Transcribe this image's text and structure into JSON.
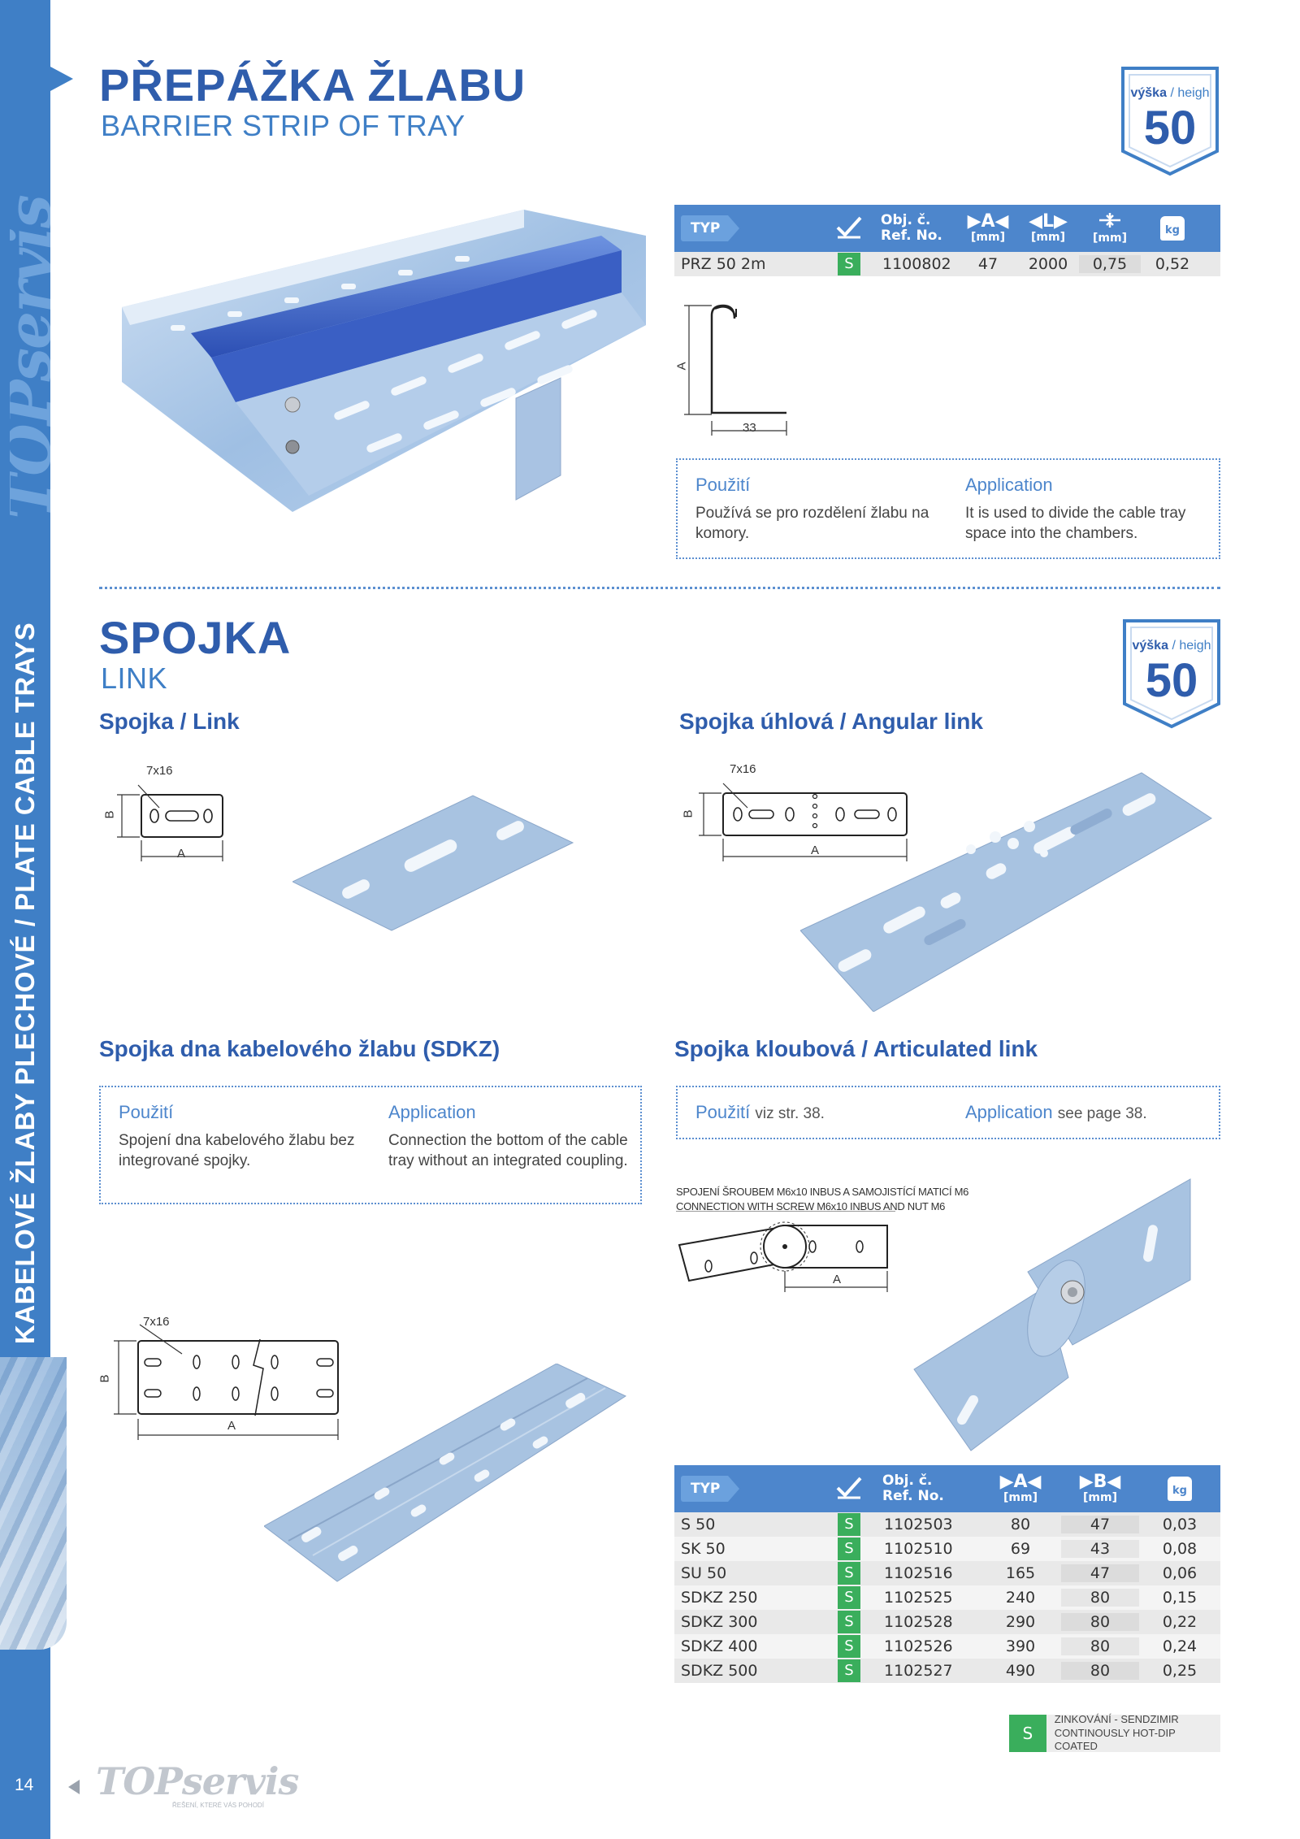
{
  "sidebar": {
    "brand": "TOPservis",
    "vertical_title": "KABELOVÉ ŽLABY PLECHOVÉ / PLATE CABLE TRAYS",
    "page_number": "14"
  },
  "footer": {
    "logo": "TOPservis",
    "tagline": "ŘEŠENÍ, KTERÉ VÁS POHODÍ"
  },
  "colors": {
    "primary": "#2f5dac",
    "accent": "#4d86cc",
    "badge_green": "#3aae5c"
  },
  "section1": {
    "title_cz": "PŘEPÁŽKA ŽLABU",
    "title_en": "BARRIER STRIP OF TRAY",
    "badge": {
      "label_cz": "výška",
      "label_sep": "/",
      "label_en": "heigh",
      "value": "50"
    },
    "table": {
      "headers": {
        "typ": "TYP",
        "ref_cz": "Obj. č.",
        "ref_en": "Ref. No.",
        "a": "▶A◀",
        "l": "◀L▶",
        "unit": "[mm]",
        "kg": "kg"
      },
      "rows": [
        {
          "typ": "PRZ 50 2m",
          "finish": "S",
          "ref": "1100802",
          "a": "47",
          "l": "2000",
          "t": "0,75",
          "kg": "0,52"
        }
      ]
    },
    "drawing": {
      "label_a": "A",
      "dim_33": "33"
    },
    "application": {
      "title_cz": "Použití",
      "text_cz": "Používá se pro rozdělení žlabu na komory.",
      "title_en": "Application",
      "text_en": "It is used to divide the cable tray space into the chambers."
    }
  },
  "section2": {
    "title_cz": "SPOJKA",
    "title_en": "LINK",
    "badge": {
      "label_cz": "výška",
      "label_sep": "/",
      "label_en": "heigh",
      "value": "50"
    },
    "link": {
      "title": "Spojka / Link",
      "slot": "7x16",
      "b": "B",
      "a": "A"
    },
    "angular": {
      "title": "Spojka úhlová / Angular link",
      "slot": "7x16",
      "b": "B",
      "a": "A"
    },
    "sdkz": {
      "title": "Spojka dna kabelového žlabu (SDKZ)",
      "app_title_cz": "Použití",
      "app_text_cz": "Spojení dna kabelového žlabu bez integrované spojky.",
      "app_title_en": "Application",
      "app_text_en": "Connection the bottom of the cable tray without an integrated coupling.",
      "slot": "7x16",
      "b": "B",
      "a": "A"
    },
    "articulated": {
      "title": "Spojka kloubová / Articulated link",
      "app_title_cz": "Použití",
      "app_ref_cz": "viz str. 38.",
      "app_title_en": "Application",
      "app_ref_en": "see page 38.",
      "screw_cz": "SPOJENÍ ŠROUBEM M6x10 INBUS A SAMOJISTÍCÍ MATICÍ M6",
      "screw_en": "CONNECTION WITH SCREW M6x10 INBUS AND NUT M6",
      "a": "A"
    },
    "table": {
      "headers": {
        "typ": "TYP",
        "ref_cz": "Obj. č.",
        "ref_en": "Ref. No.",
        "a": "▶A◀",
        "b": "▶B◀",
        "unit": "[mm]",
        "kg": "kg"
      },
      "rows": [
        {
          "typ": "S 50",
          "finish": "S",
          "ref": "1102503",
          "a": "80",
          "b": "47",
          "kg": "0,03"
        },
        {
          "typ": "SK 50",
          "finish": "S",
          "ref": "1102510",
          "a": "69",
          "b": "43",
          "kg": "0,08"
        },
        {
          "typ": "SU 50",
          "finish": "S",
          "ref": "1102516",
          "a": "165",
          "b": "47",
          "kg": "0,06"
        },
        {
          "typ": "SDKZ 250",
          "finish": "S",
          "ref": "1102525",
          "a": "240",
          "b": "80",
          "kg": "0,15"
        },
        {
          "typ": "SDKZ 300",
          "finish": "S",
          "ref": "1102528",
          "a": "290",
          "b": "80",
          "kg": "0,22"
        },
        {
          "typ": "SDKZ 400",
          "finish": "S",
          "ref": "1102526",
          "a": "390",
          "b": "80",
          "kg": "0,24"
        },
        {
          "typ": "SDKZ 500",
          "finish": "S",
          "ref": "1102527",
          "a": "490",
          "b": "80",
          "kg": "0,25"
        }
      ]
    }
  },
  "legend": {
    "badge": "S",
    "line1": "ZINKOVÁNÍ - SENDZIMIR",
    "line2": "CONTINOUSLY HOT-DIP COATED"
  }
}
